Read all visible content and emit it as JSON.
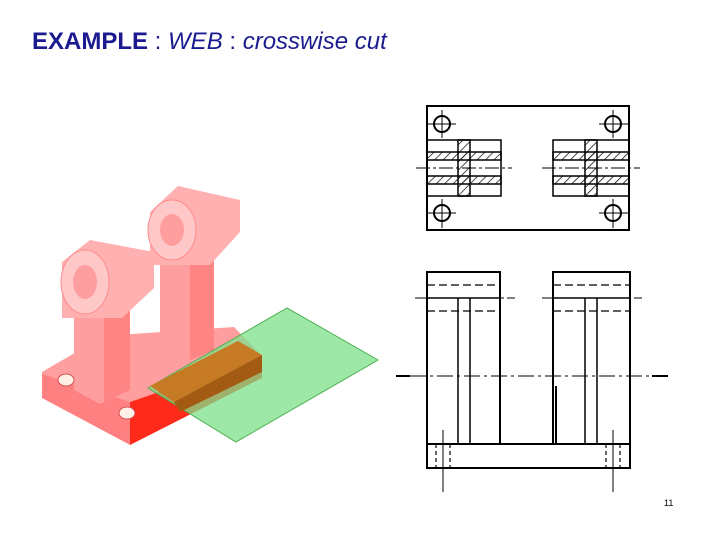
{
  "slide": {
    "title_keyword": "EXAMPLE",
    "title_sep1": " : ",
    "title_part2": "WEB",
    "title_sep2": " : ",
    "title_part3": "crosswise cut",
    "page_number": "11"
  },
  "colors": {
    "title": "#1b1b8f",
    "part_face": "#ff9e9e",
    "part_light": "#ffc4c4",
    "part_dark": "#ff4a4a",
    "cut_plane": "#7de08a",
    "cut_section": "#cc7a22",
    "drawing_line": "#000000"
  },
  "figures": {
    "isometric_view": "bracket-with-two-webs",
    "top_view": "plan-view-with-sectioned-webs",
    "front_view": "front-view-with-hidden-lines"
  }
}
